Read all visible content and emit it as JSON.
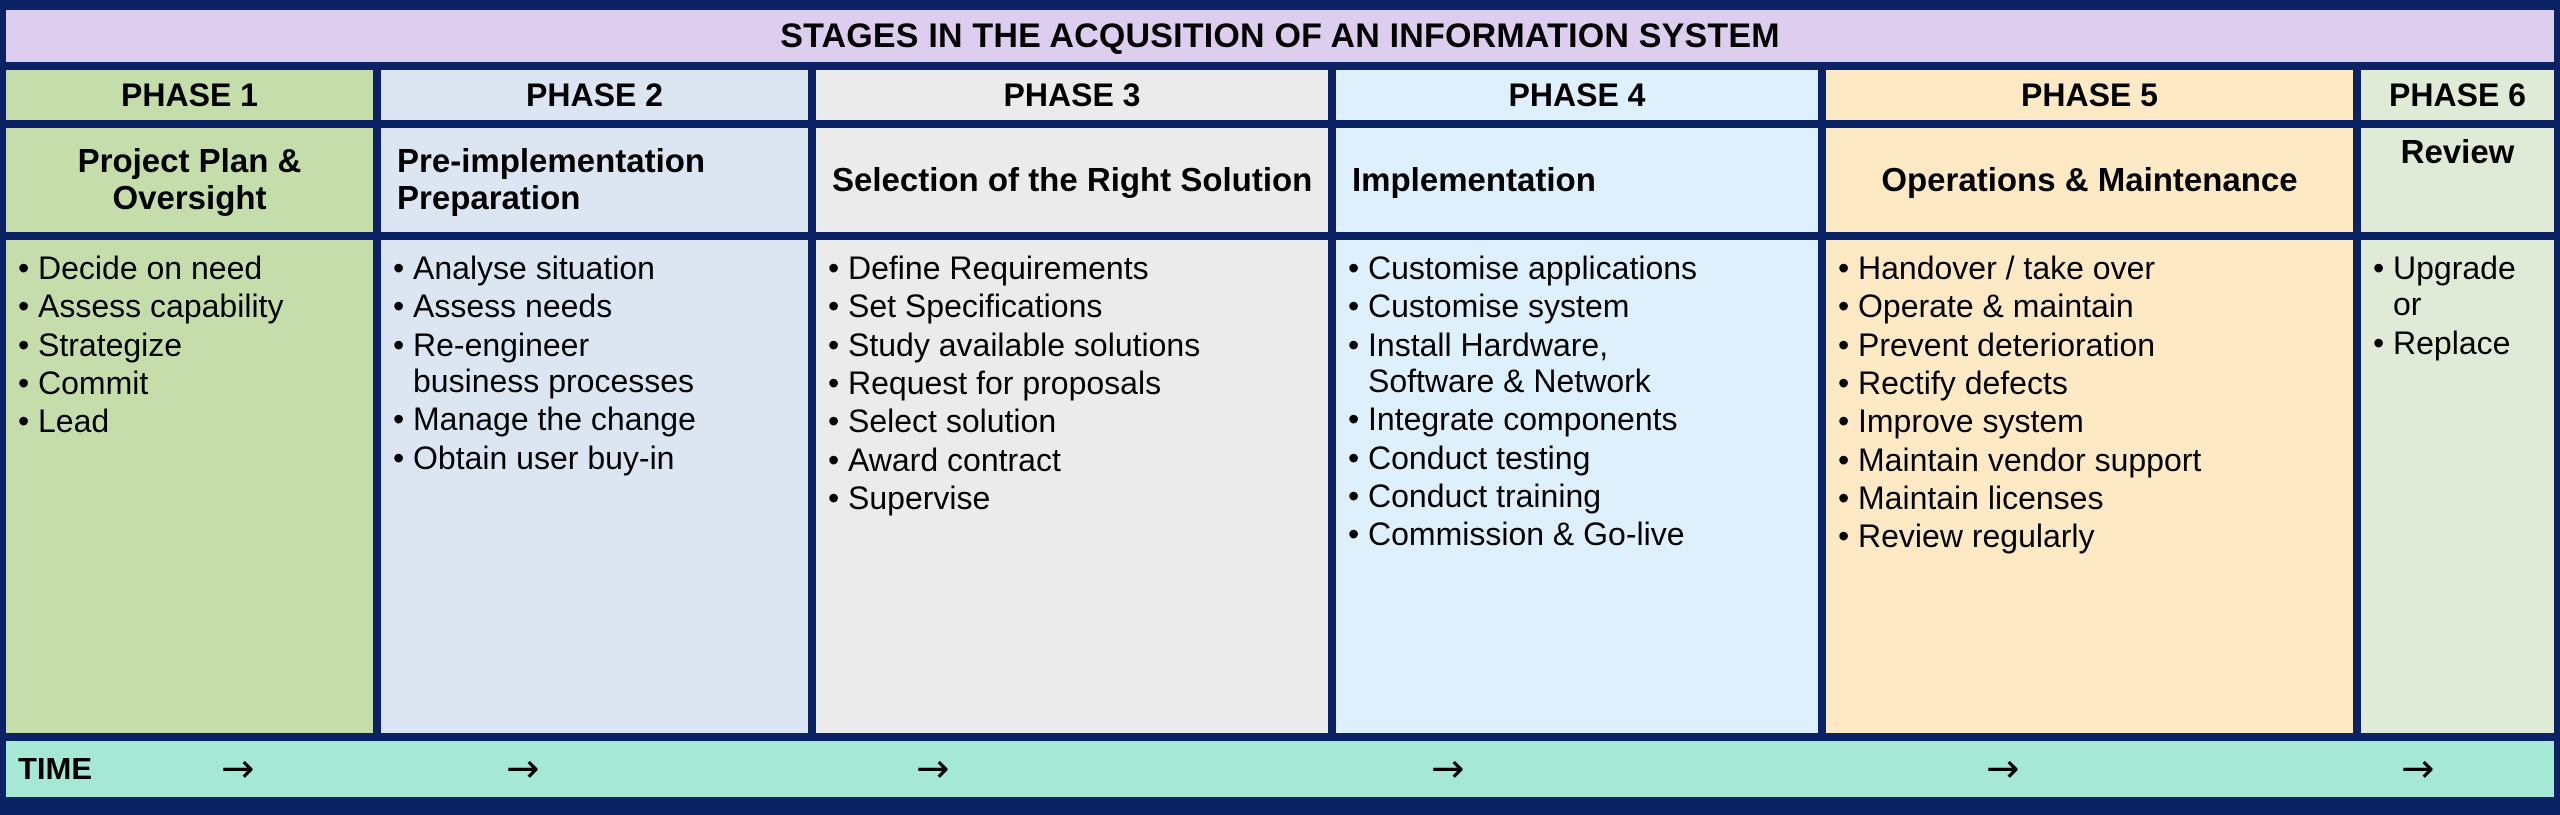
{
  "diagram": {
    "title": "STAGES IN THE ACQUSITION OF AN INFORMATION SYSTEM",
    "frame_color": "#0b2265",
    "title_bg": "#ddcdee",
    "phases": [
      {
        "number": "PHASE 1",
        "name": "Project Plan &\nOversight",
        "bg": "#c5ddaa",
        "items": [
          "Decide on need",
          "Assess capability",
          "Strategize",
          "Commit",
          "Lead"
        ]
      },
      {
        "number": "PHASE 2",
        "name": "Pre-implementation\nPreparation",
        "bg": "#dce6f2",
        "items": [
          "Analyse situation",
          "Assess needs",
          "Re-engineer\nbusiness processes",
          "Manage the change",
          "Obtain user buy-in"
        ]
      },
      {
        "number": "PHASE 3",
        "name": "Selection of the Right\nSolution",
        "bg": "#ebebeb",
        "items": [
          "Define Requirements",
          "Set Specifications",
          "Study available solutions",
          "Request for proposals",
          "Select solution",
          "Award contract",
          "Supervise"
        ]
      },
      {
        "number": "PHASE 4",
        "name": "Implementation",
        "bg": "#ddf0fc",
        "items": [
          "Customise applications",
          "Customise system",
          "Install Hardware,\nSoftware & Network",
          "Integrate components",
          "Conduct testing",
          "Conduct training",
          "Commission & Go-live"
        ]
      },
      {
        "number": "PHASE 5",
        "name": "Operations &\nMaintenance",
        "bg": "#fdeac4",
        "items": [
          "Handover / take over",
          "Operate & maintain",
          "Prevent deterioration",
          "Rectify defects",
          "Improve system",
          "Maintain vendor support",
          "Maintain licenses",
          "Review regularly"
        ]
      },
      {
        "number": "PHASE 6",
        "name": "Review",
        "bg": "#dfebd6",
        "items": [
          "Upgrade\nor",
          "Replace"
        ]
      }
    ],
    "timeline": {
      "label": "TIME",
      "bg": "#a5e8d6",
      "arrow_glyph": "→",
      "arrow_count": 6
    }
  }
}
